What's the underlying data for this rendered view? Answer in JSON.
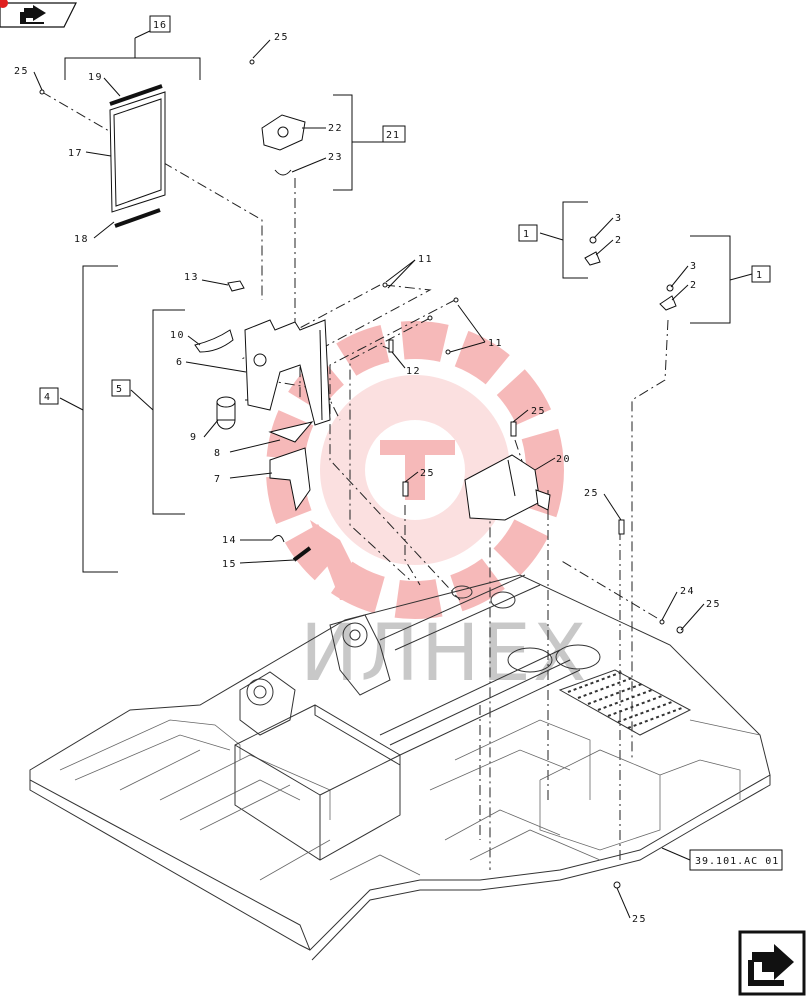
{
  "diagram": {
    "reference_box": "39.101.AC 01",
    "watermark_text": "ИЛНЕХ",
    "callouts": {
      "c25_a": "25",
      "c25_b": "25",
      "c25_c": "25",
      "c25_d": "25",
      "c25_e": "25",
      "c25_f": "25",
      "c25_g": "25",
      "c16": "16",
      "c19": "19",
      "c17": "17",
      "c18": "18",
      "c22": "22",
      "c21": "21",
      "c23": "23",
      "c11_a": "11",
      "c11_b": "11",
      "c12": "12",
      "c13": "13",
      "c10": "10",
      "c6": "6",
      "c9": "9",
      "c8": "8",
      "c7": "7",
      "c14": "14",
      "c15": "15",
      "c4": "4",
      "c5": "5",
      "c20": "20",
      "c24": "24",
      "c3_a": "3",
      "c2_a": "2",
      "c1_a": "1",
      "c3_b": "3",
      "c2_b": "2",
      "c1_b": "1"
    },
    "colors": {
      "line": "#111111",
      "watermark": "#f08080",
      "highlight": "#e02020"
    },
    "icons": [
      "nav-arrow-icon",
      "next-page-arrow-icon"
    ]
  }
}
